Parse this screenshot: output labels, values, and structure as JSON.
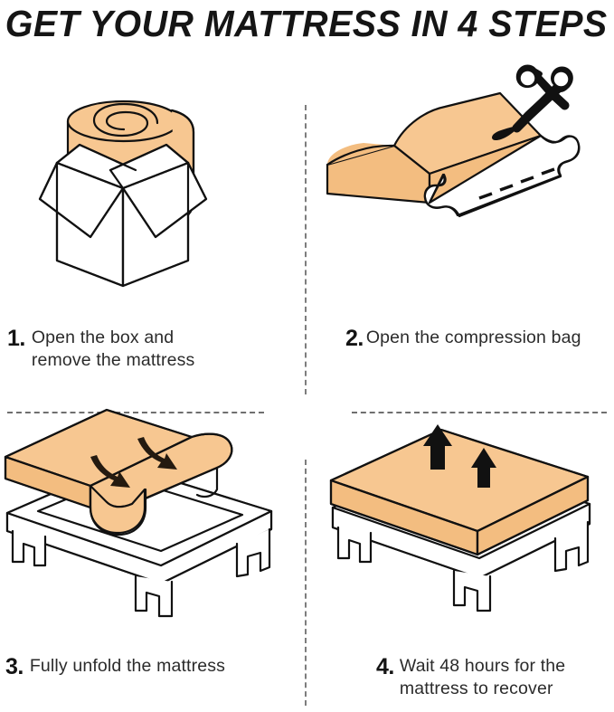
{
  "header": {
    "title": "GET YOUR MATTRESS IN 4 STEPS"
  },
  "colors": {
    "mattress_orange": "#f7c791",
    "mattress_orange_shade": "#f3bd80",
    "outline": "#111111",
    "divider_gray": "#7d7d7d",
    "text": "#2b2b2b",
    "background": "#ffffff"
  },
  "steps": [
    {
      "number": "1.",
      "text": "Open the box and\nremove the mattress",
      "illustration": "open-box-with-rolled-mattress"
    },
    {
      "number": "2.",
      "text": "Open the compression bag",
      "illustration": "compression-bag-with-scissors"
    },
    {
      "number": "3.",
      "text": "Fully unfold the mattress",
      "illustration": "partially-folded-mattress-on-bed-frame"
    },
    {
      "number": "4.",
      "text": "Wait 48 hours for the\nmattress to recover",
      "illustration": "flat-mattress-on-bed-frame-expanding"
    }
  ]
}
